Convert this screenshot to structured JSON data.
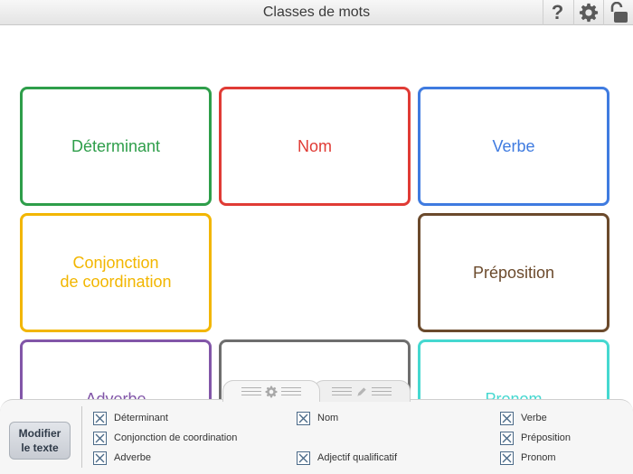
{
  "header": {
    "title": "Classes de mots",
    "help_label": "?"
  },
  "cards": [
    {
      "label": "Déterminant",
      "color": "#2e9e4a"
    },
    {
      "label": "Nom",
      "color": "#e03b35"
    },
    {
      "label": "Verbe",
      "color": "#3f7be0"
    },
    {
      "label": "Conjonction\nde coordination",
      "color": "#f2b600"
    },
    {
      "label": "Préposition",
      "color": "#6b4a2c"
    },
    {
      "label": "Adverbe",
      "color": "#8256a8"
    },
    {
      "label": "",
      "color": "#6e6e6e"
    },
    {
      "label": "Pronom",
      "color": "#45d8d0"
    }
  ],
  "panel": {
    "modify_label": "Modifier\nle texte",
    "options": [
      {
        "label": "Déterminant",
        "checked": true
      },
      {
        "label": "Nom",
        "checked": true
      },
      {
        "label": "Verbe",
        "checked": true
      },
      {
        "label": "Conjonction de coordination",
        "checked": true
      },
      {
        "label": "Préposition",
        "checked": true
      },
      {
        "label": "Adverbe",
        "checked": true
      },
      {
        "label": "Adjectif qualificatif",
        "checked": true
      },
      {
        "label": "Pronom",
        "checked": true
      }
    ]
  },
  "icons": {
    "help": "question-icon",
    "settings": "gear-icon",
    "lock": "unlock-icon",
    "tab_settings": "gear-icon",
    "tab_edit": "pencil-icon",
    "checkbox": "checkbox-checked-icon"
  },
  "colors": {
    "topbar": "#e9e9e9",
    "panel": "#f6f6f6",
    "button": "#d5d9df"
  }
}
